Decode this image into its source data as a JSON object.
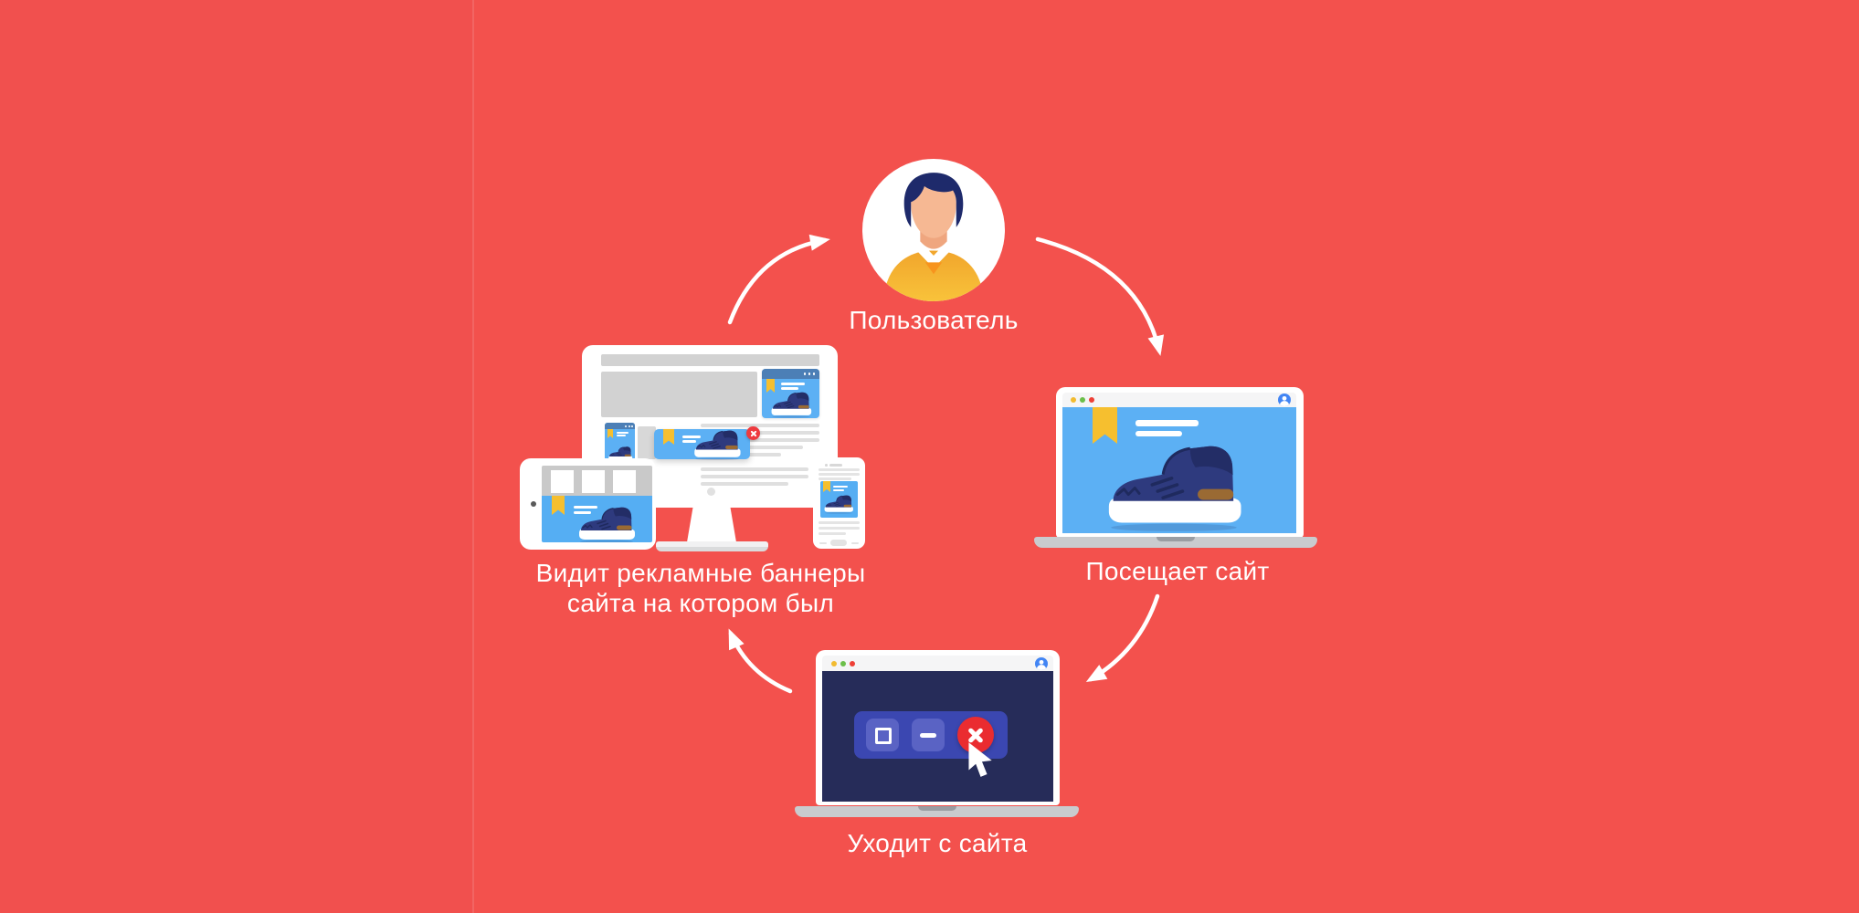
{
  "diagram": {
    "nodes": {
      "user": {
        "label": "Пользователь"
      },
      "visit": {
        "label": "Посещает сайт"
      },
      "leave": {
        "label": "Уходит с сайта"
      },
      "banners": {
        "line1": "Видит рекламные баннеры",
        "line2": "сайта на котором был"
      }
    },
    "cycle": [
      "user",
      "visit",
      "leave",
      "banners"
    ]
  },
  "icons": {
    "user_avatar": "male-user-avatar",
    "browser_avatar": "account-circle",
    "browser_dots": [
      "yellow-dot",
      "green-dot",
      "red-dot"
    ],
    "bookmark": "bookmark-ribbon",
    "product": "blue-sneaker",
    "window_controls": [
      "maximize",
      "minimize",
      "close"
    ],
    "cursor": "mouse-pointer",
    "arrows": "cycle-arrow"
  },
  "colors": {
    "background": "#f2514e",
    "label_text": "#ffffff",
    "site_blue": "#5cb0f4",
    "ad_header_blue": "#4c7fb6",
    "bookmark_gold": "#f6bf2f",
    "sneaker_navy": "#2e3a7e",
    "sneaker_heel_brown": "#9a6a33",
    "dark_screen": "#262c59",
    "controls_panel": "#3b47b1",
    "close_red": "#ea2c30",
    "sweater_yellow": "#f4ab2d",
    "laptop_base_gray": "#c9cbce"
  }
}
